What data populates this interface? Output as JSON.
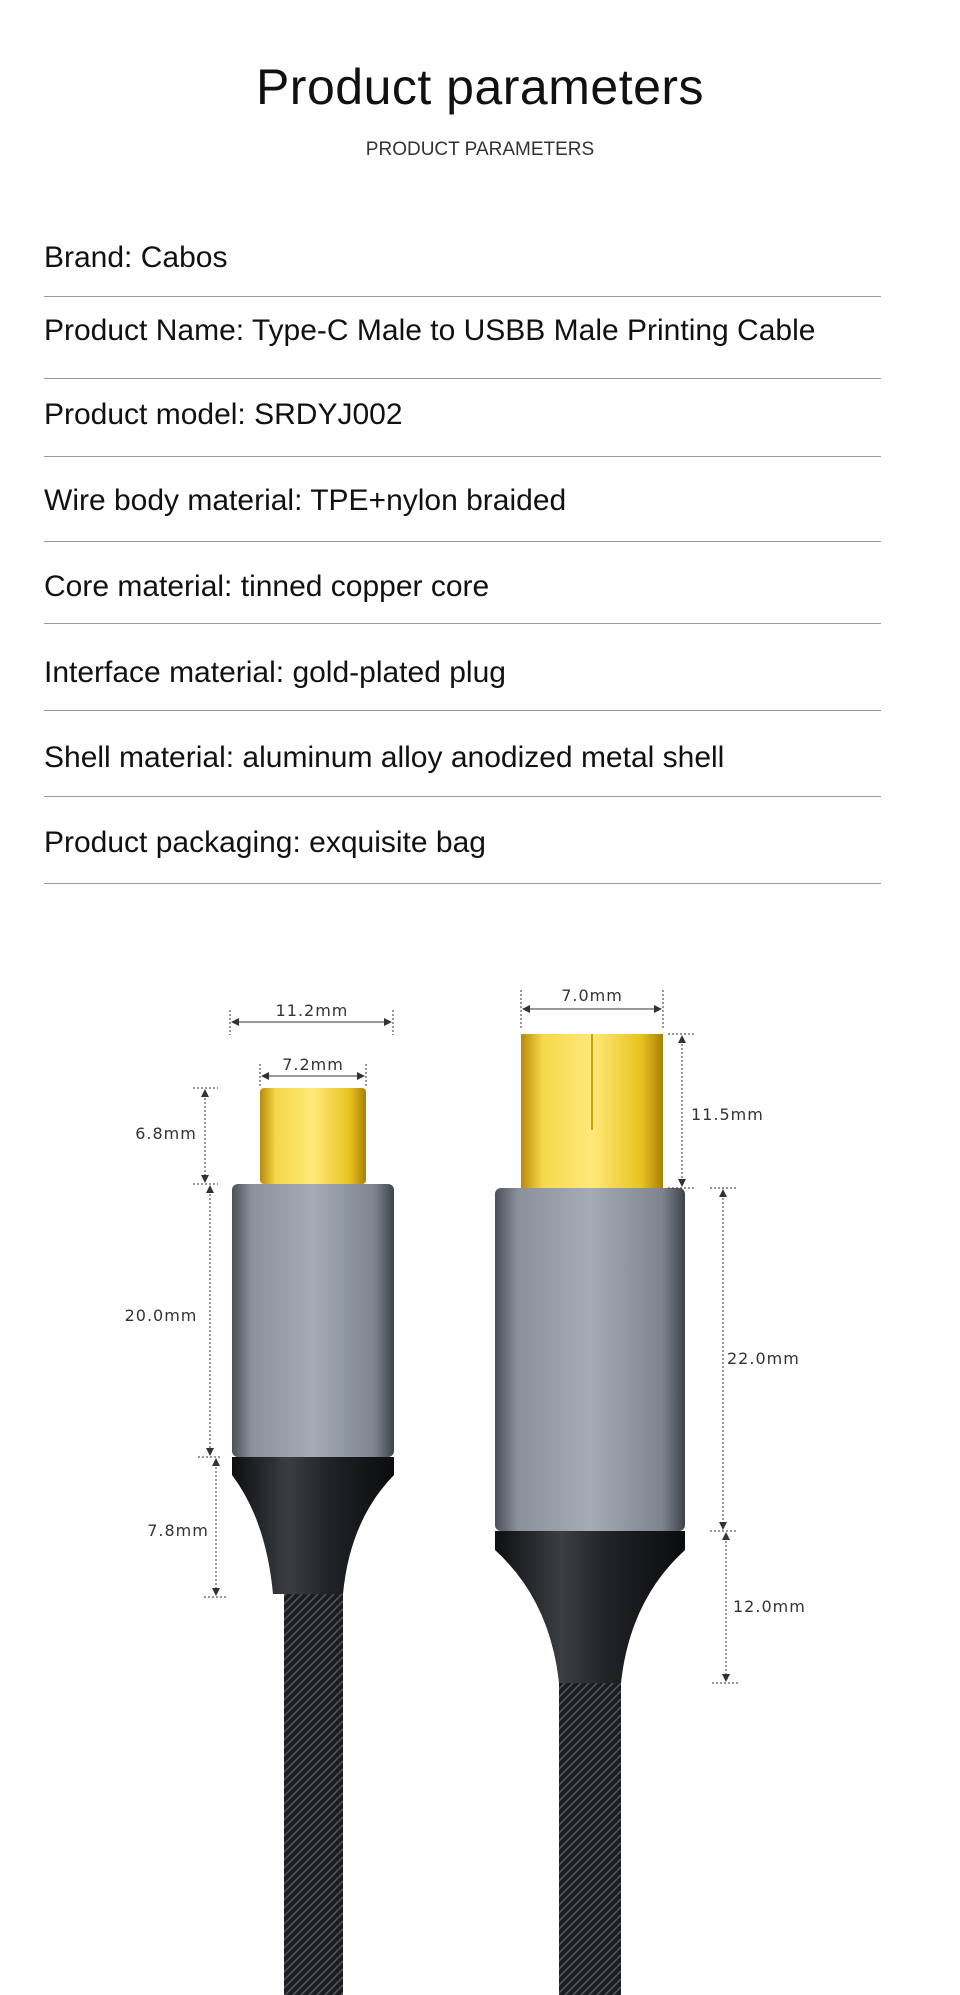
{
  "header": {
    "title": "Product parameters",
    "subtitle": "PRODUCT PARAMETERS"
  },
  "parameters": [
    "Brand: Cabos",
    "Product Name: Type-C Male to USBB Male Printing Cable",
    "Product model: SRDYJ002",
    "Wire body material: TPE+nylon braided",
    "Core material: tinned copper core",
    "Interface material: gold-plated plug",
    "Shell material: aluminum alloy anodized metal shell",
    "Product packaging: exquisite bag"
  ],
  "diagram": {
    "type_c": {
      "outer_width": "11.2mm",
      "plug_width": "7.2mm",
      "plug_length": "6.8mm",
      "body_length": "20.0mm",
      "boot_length": "7.8mm"
    },
    "usb_b": {
      "plug_width": "7.0mm",
      "plug_length": "11.5mm",
      "body_length": "22.0mm",
      "boot_length": "12.0mm"
    },
    "colors": {
      "gold": "#e8c21c",
      "shell": "#8e96a3",
      "cable": "#1e1f22"
    }
  }
}
